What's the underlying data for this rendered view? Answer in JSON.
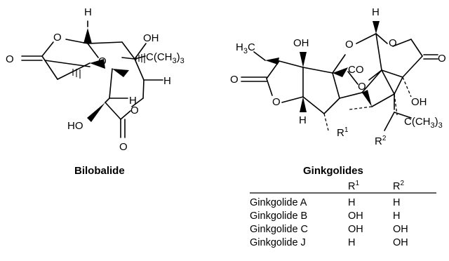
{
  "bilobalide": {
    "caption": "Bilobalide",
    "labels": {
      "h_top": "H",
      "o_ring_left": "O",
      "o_carbonyl_left": "O",
      "o_bridge": "O",
      "oh_top": "OH",
      "tbu": "C(CH",
      "tbu_sub": "3",
      "tbu_close": ")",
      "tbu_sub2": "3",
      "h_right": "H",
      "h_center": "H",
      "o_ring_right": "O",
      "ho_left": "HO",
      "o_carbonyl_bottom": "O"
    }
  },
  "ginkgolides": {
    "caption": "Ginkgolides",
    "labels": {
      "h3c": "H",
      "h3c_sub": "3",
      "h3c_c": "C",
      "oh_top": "OH",
      "o_ring_top_left": "O",
      "h_top": "H",
      "o_ring_top_right": "O",
      "co": "CO",
      "o_carbonyl_right": "O",
      "o_carbonyl_left": "O",
      "o_ring_bottom_left": "O",
      "o_bridge": "O",
      "oh_right": "OH",
      "tbu": "C(CH",
      "tbu_sub": "3",
      "tbu_close": ")",
      "tbu_sub2": "3",
      "h_bottom": "H",
      "r1": "R",
      "r1_sup": "1",
      "r2": "R",
      "r2_sup": "2"
    },
    "table": {
      "headers": {
        "r1": "R",
        "r1_sup": "1",
        "r2": "R",
        "r2_sup": "2"
      },
      "rows": [
        {
          "name": "Ginkgolide A",
          "r1": "H",
          "r2": "H"
        },
        {
          "name": "Ginkgolide B",
          "r1": "OH",
          "r2": "H"
        },
        {
          "name": "Ginkgolide C",
          "r1": "OH",
          "r2": "OH"
        },
        {
          "name": "Ginkgolide J",
          "r1": "H",
          "r2": "OH"
        }
      ]
    }
  }
}
